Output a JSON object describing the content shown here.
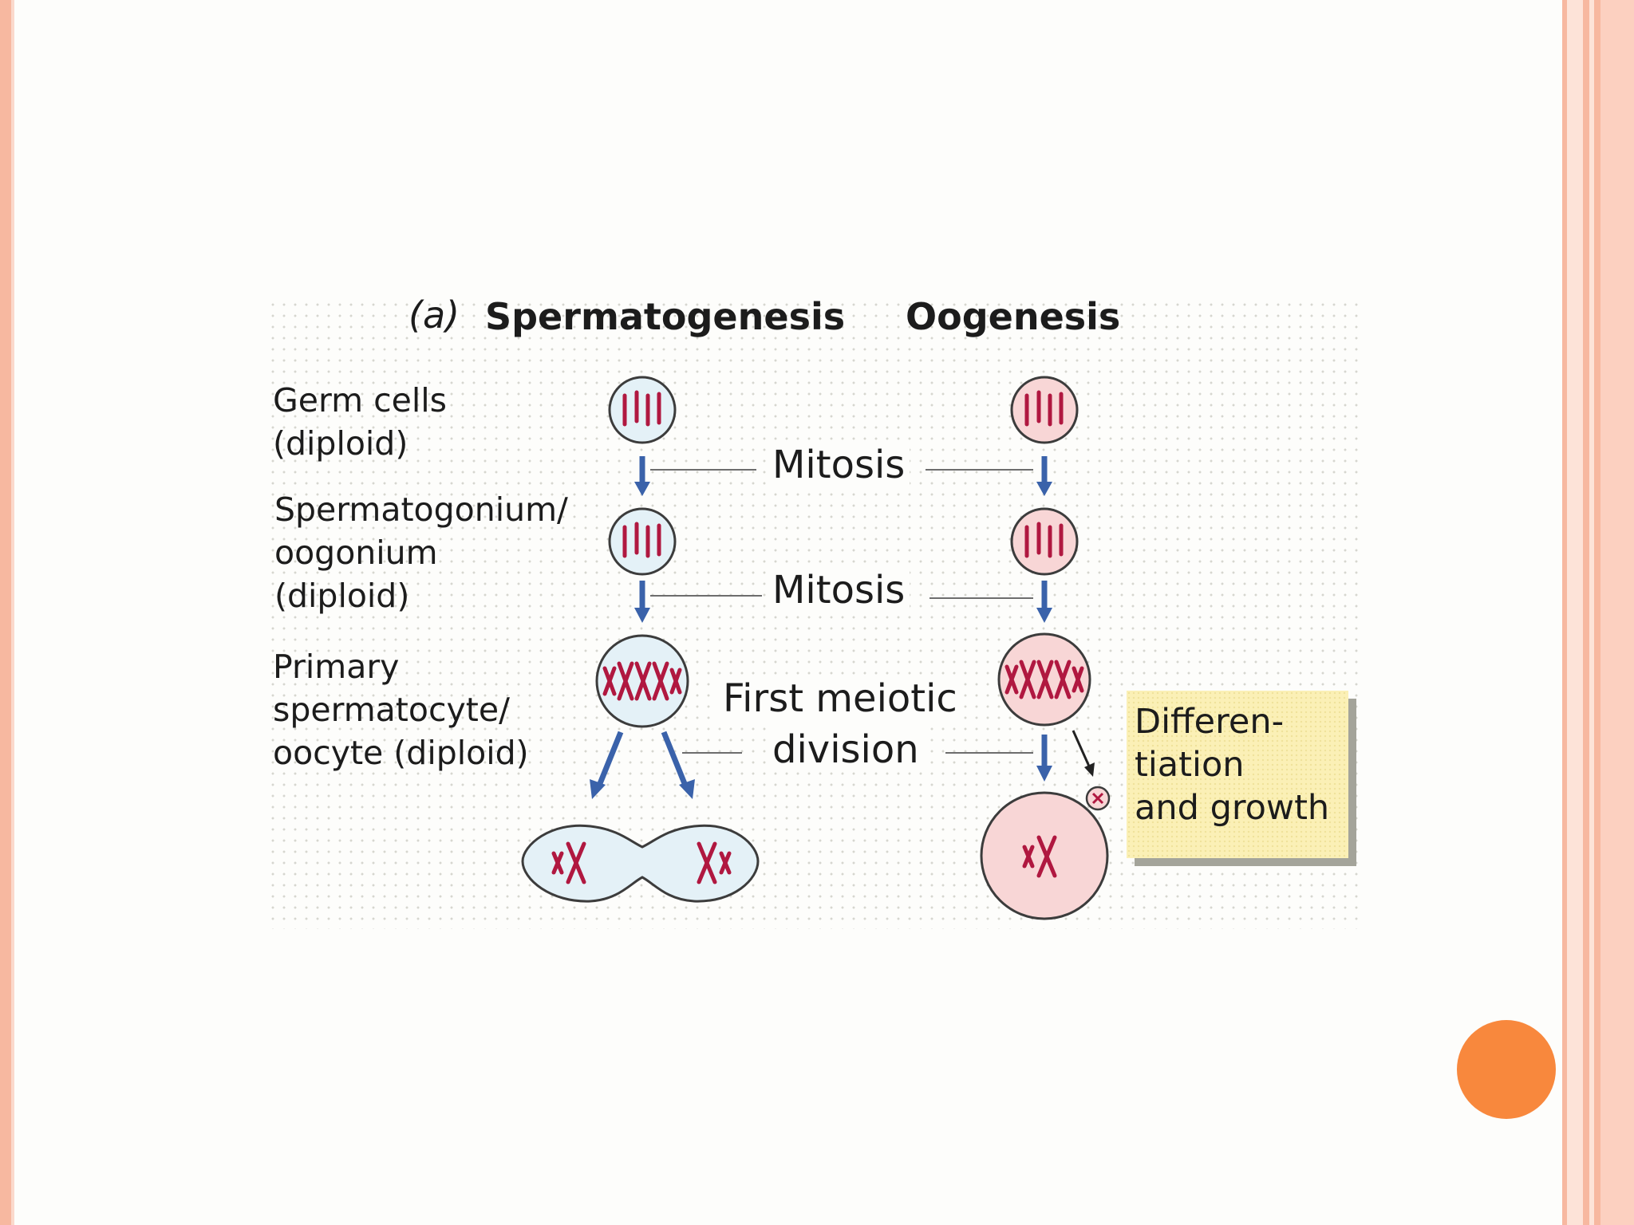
{
  "figure": {
    "part_label": "(a)",
    "column_titles": {
      "left": "Spermatogenesis",
      "right": "Oogenesis"
    },
    "row_labels": [
      [
        "Germ cells",
        "(diploid)"
      ],
      [
        "Spermatogonium/",
        "oogonium",
        "(diploid)"
      ],
      [
        "Primary",
        "spermatocyte/",
        "oocyte (diploid)"
      ]
    ],
    "transitions": {
      "mitosis_1": "Mitosis",
      "mitosis_2": "Mitosis",
      "meiosis_line1": "First meiotic",
      "meiosis_line2": "division"
    },
    "callout": [
      "Differen-",
      "tiation",
      "and growth"
    ]
  },
  "colors": {
    "sperm_cell_fill": "#e4f1f7",
    "oocyte_cell_fill": "#f8d6d6",
    "chromosome": "#b01840",
    "arrow": "#3a62aa",
    "callout_fill": "#fbf0b6",
    "border_pink": "#f7b8a0",
    "nav_dot": "#f8883d"
  },
  "icons": [
    "chromosome-icon",
    "arrow-down-icon",
    "polar-body-icon"
  ]
}
